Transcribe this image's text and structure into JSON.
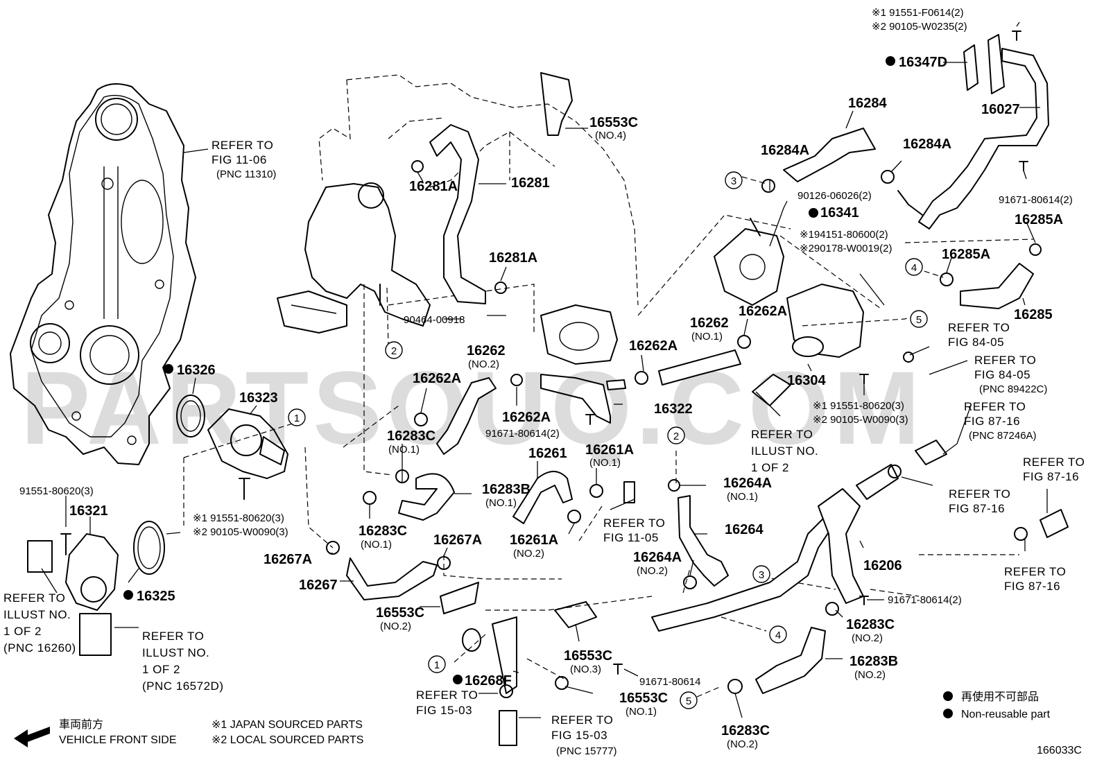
{
  "watermark": "PARTSOUQ.COM",
  "figure_code": "166033C",
  "parts": {
    "p16553C_1": "16553C",
    "p16553C_1_no": "(NO.4)",
    "p16281A_1": "16281A",
    "p16281": "16281",
    "p16281A_2": "16281A",
    "p90464": "90464-00918",
    "p16262_2": "16262",
    "p16262_2_no": "(NO.2)",
    "p16262A_a": "16262A",
    "p16262A_b": "16262A",
    "p16262A_c": "16262A",
    "p16262A_d": "16262A",
    "p16262_1": "16262",
    "p16262_1_no": "(NO.1)",
    "p16322": "16322",
    "p91671_2": "91671-80614(2)",
    "p16283C_1": "16283C",
    "p16283C_1_no": "(NO.1)",
    "p16283C_2": "16283C",
    "p16283C_2_no": "(NO.1)",
    "p16283B_1": "16283B",
    "p16283B_1_no": "(NO.1)",
    "p16261": "16261",
    "p16261A_1": "16261A",
    "p16261A_1_no": "(NO.1)",
    "p16261A_2": "16261A",
    "p16261A_2_no": "(NO.2)",
    "p16264A_1": "16264A",
    "p16264A_1_no": "(NO.1)",
    "p16264": "16264",
    "p16264A_2": "16264A",
    "p16264A_2_no": "(NO.2)",
    "p16267A_1": "16267A",
    "p16267A_2": "16267A",
    "p16267": "16267",
    "p16553C_2": "16553C",
    "p16553C_2_no": "(NO.2)",
    "p16553C_3": "16553C",
    "p16553C_3_no": "(NO.3)",
    "p16553C_4": "16553C",
    "p16553C_4_no": "(NO.1)",
    "p16268F": "16268F",
    "p91671_single": "91671-80614",
    "p16283C_3": "16283C",
    "p16283C_3_no": "(NO.2)",
    "p16283B_2": "16283B",
    "p16283B_2_no": "(NO.2)",
    "p16283C_4": "16283C",
    "p16283C_4_no": "(NO.2)",
    "p16206": "16206",
    "p91671_3": "91671-80614(2)",
    "p16326": "16326",
    "p16323": "16323",
    "p91551_1": "91551-80620(3)",
    "p16321": "16321",
    "p16325": "16325",
    "p16323_bolt1": "※1 91551-80620(3)",
    "p16323_bolt2": "※2 90105-W0090(3)",
    "p16304_bolt1": "※1 91551-80620(3)",
    "p16304_bolt2": "※2 90105-W0090(3)",
    "p16304": "16304",
    "p16341": "16341",
    "p90126": "90126-06026(2)",
    "p194151": "※194151-80600(2)",
    "p290178": "※290178-W0019(2)",
    "p16284A_1": "16284A",
    "p16284": "16284",
    "p16284A_2": "16284A",
    "p16347D": "16347D",
    "p16027": "16027",
    "p91671_4": "91671-80614(2)",
    "p16285A_1": "16285A",
    "p16285A_2": "16285A",
    "p16285": "16285",
    "top_bolt1": "※1 91551-F0614(2)",
    "top_bolt2": "※2 90105-W0235(2)"
  },
  "refs": {
    "r1106": [
      "REFER TO",
      "FIG 11-06",
      "(PNC 11310)"
    ],
    "r1105": [
      "REFER TO",
      "FIG 11-05"
    ],
    "r8405a": [
      "REFER TO",
      "FIG 84-05"
    ],
    "r8405b": [
      "REFER TO",
      "FIG 84-05",
      "(PNC 89422C)"
    ],
    "r8716a": [
      "REFER TO",
      "FIG 87-16",
      "(PNC 87246A)"
    ],
    "r8716b": [
      "REFER TO",
      "FIG 87-16"
    ],
    "r8716c": [
      "REFER TO",
      "FIG 87-16"
    ],
    "r8716d": [
      "REFER TO",
      "FIG 87-16"
    ],
    "rIllust1": [
      "REFER TO",
      "ILLUST NO.",
      "1 OF 2"
    ],
    "rIllust2": [
      "REFER TO",
      "ILLUST NO.",
      "1 OF 2",
      "(PNC 16260)"
    ],
    "rIllust3": [
      "REFER TO",
      "ILLUST NO.",
      "1 OF 2",
      "(PNC 16572D)"
    ],
    "r1503a": [
      "REFER TO",
      "FIG 15-03"
    ],
    "r1503b": [
      "REFER TO",
      "FIG 15-03",
      "(PNC 15777)"
    ]
  },
  "callouts": [
    "1",
    "2",
    "3",
    "4",
    "5"
  ],
  "legend": {
    "front_jp": "車両前方",
    "front_en": "VEHICLE FRONT SIDE",
    "jp_parts": "※1 JAPAN SOURCED PARTS",
    "local_parts": "※2 LOCAL SOURCED PARTS",
    "nonreuse_jp": "再使用不可部品",
    "nonreuse_en": "Non-reusable part"
  }
}
